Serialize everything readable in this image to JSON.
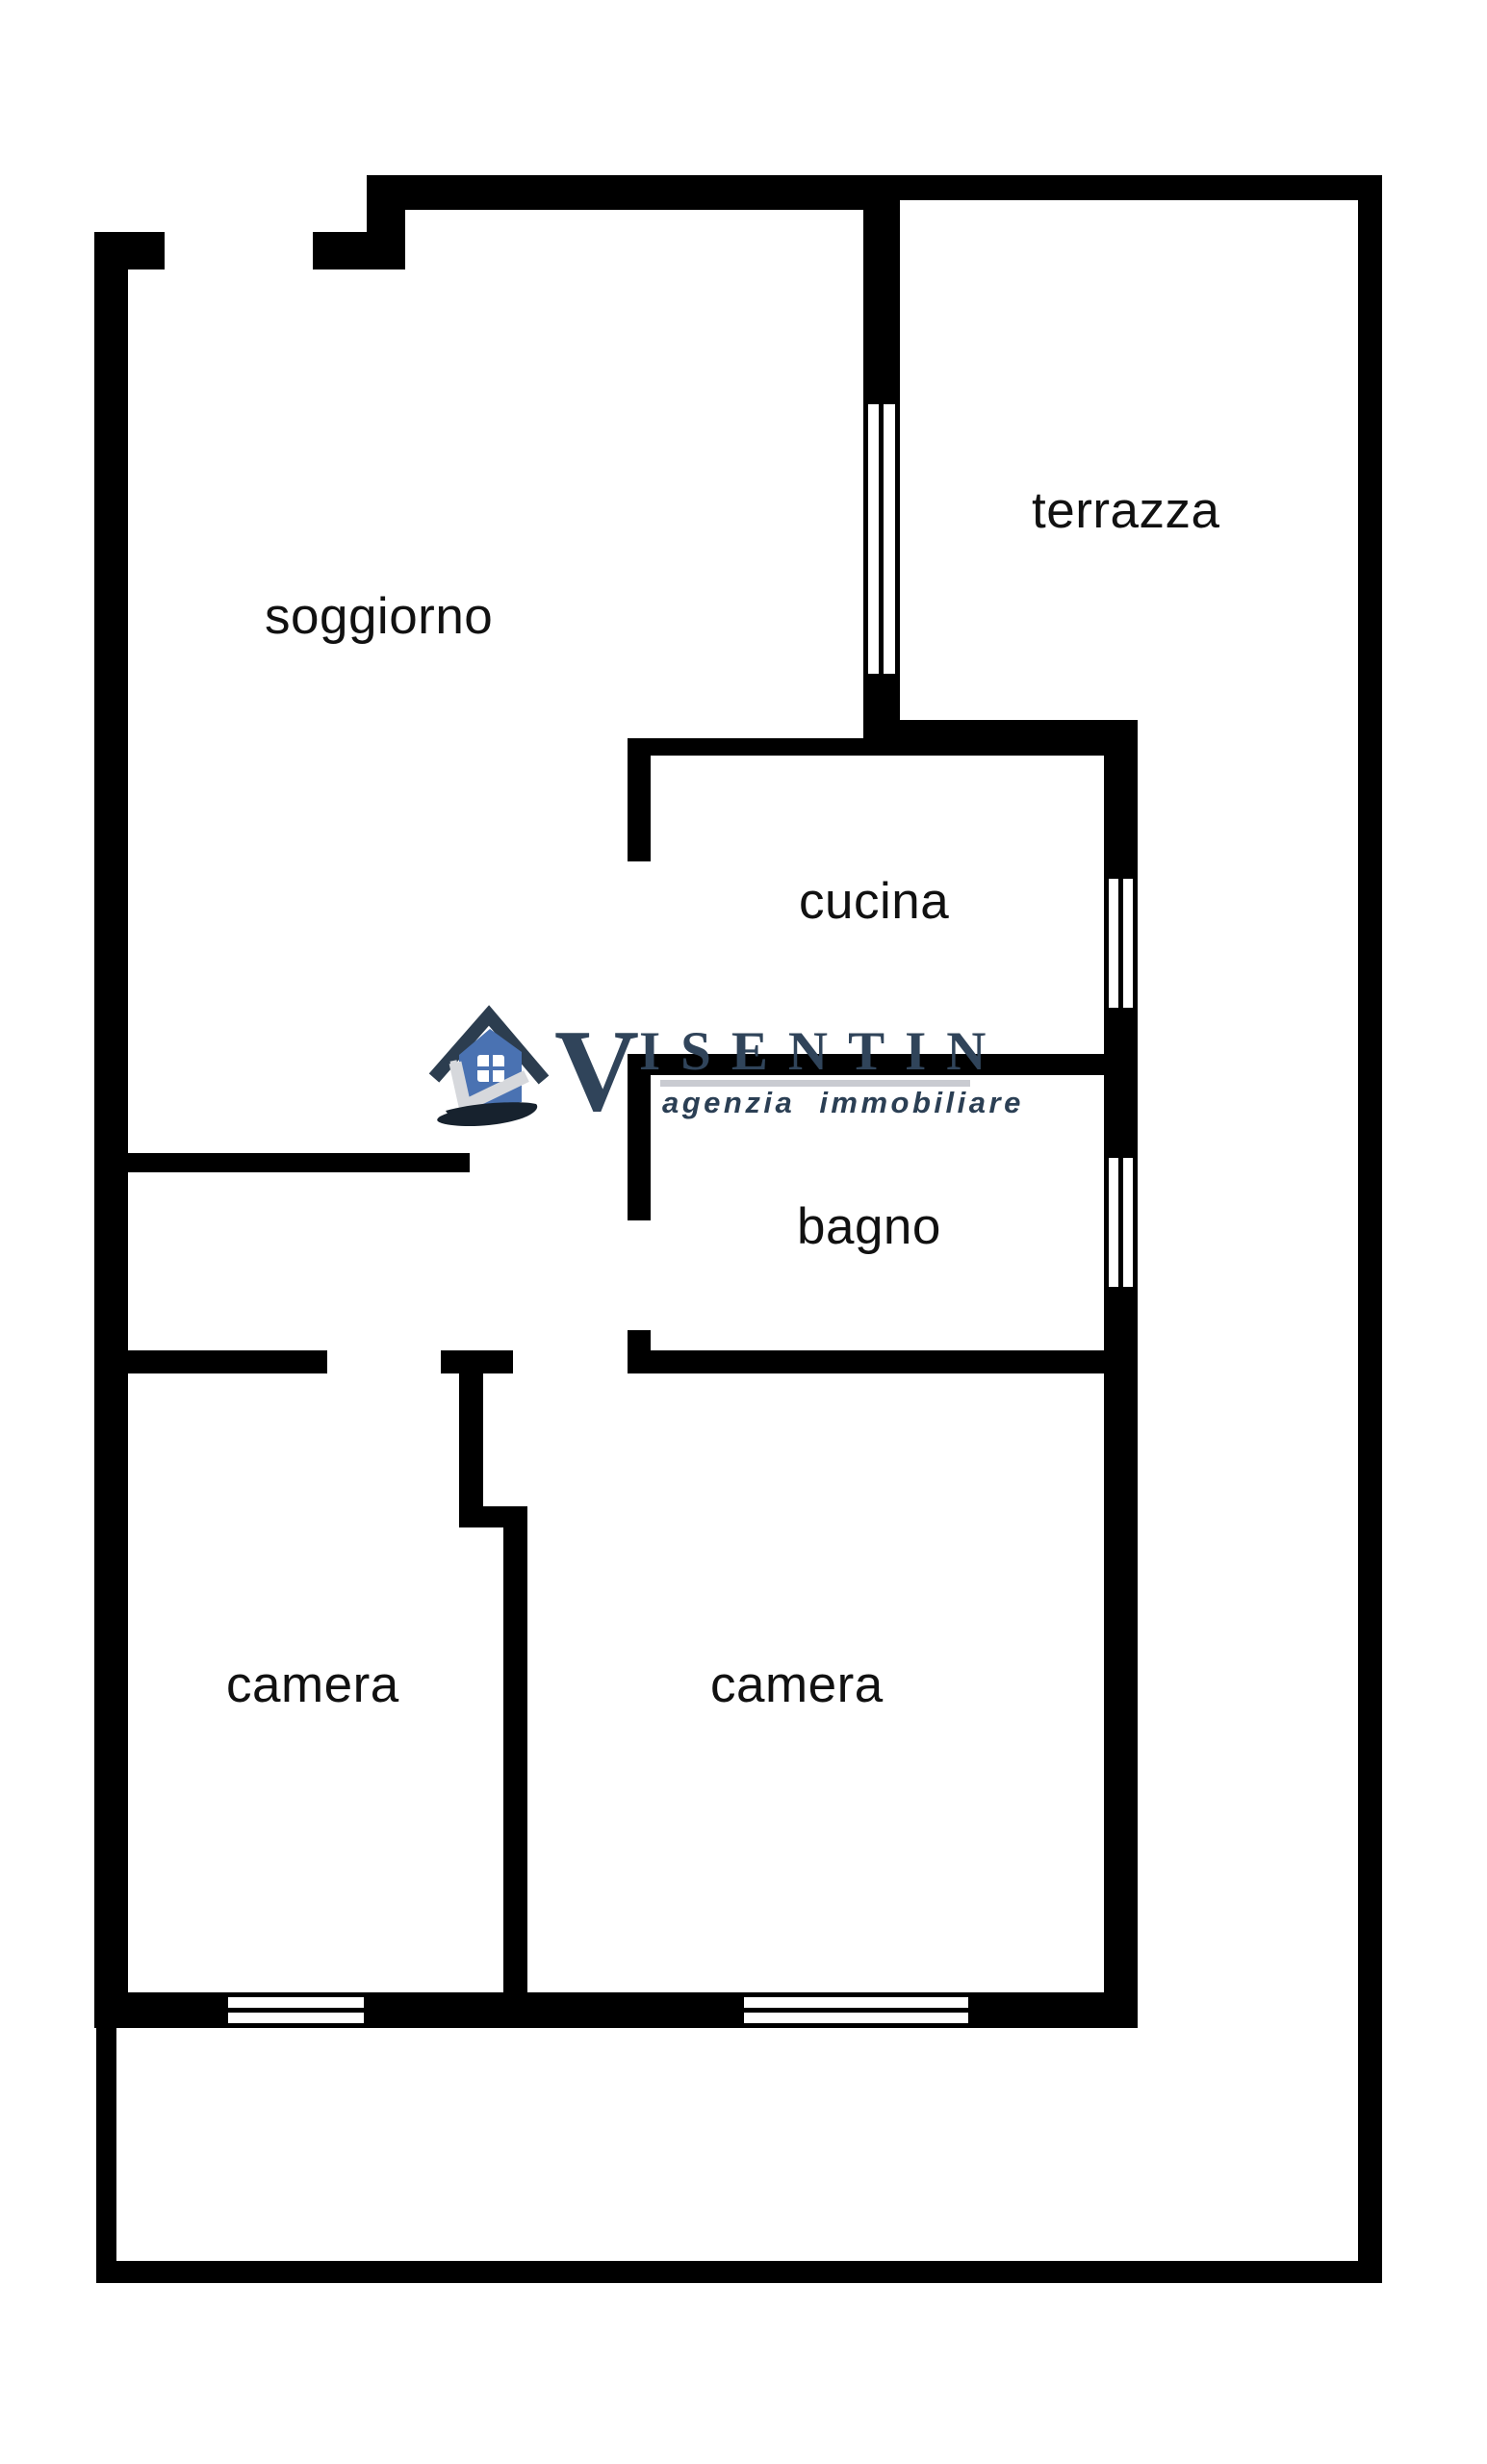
{
  "title": "floor plan",
  "colors": {
    "wall": "#000000",
    "label": "#111111",
    "brand": "#30445a",
    "tagline": "#2b3f54",
    "underline": "#c9cbd1",
    "house_body": "#4a72b2",
    "house_roof": "#2c3d4f",
    "swoosh": "#d6d8dc",
    "brush": "#17222e",
    "bg": "#ffffff"
  },
  "floor_plan": {
    "rooms": [
      {
        "id": "soggiorno",
        "label": "soggiorno"
      },
      {
        "id": "terrazza",
        "label": "terrazza"
      },
      {
        "id": "cucina",
        "label": "cucina"
      },
      {
        "id": "bagno",
        "label": "bagno"
      },
      {
        "id": "camera-1",
        "label": "camera"
      },
      {
        "id": "camera-2",
        "label": "camera"
      }
    ]
  },
  "logo": {
    "brand": "VISENTIN",
    "brand_initial": "V",
    "brand_rest": "ISENTIN",
    "tagline": "agenzia immobiliare",
    "icon": "house-logo-icon"
  }
}
